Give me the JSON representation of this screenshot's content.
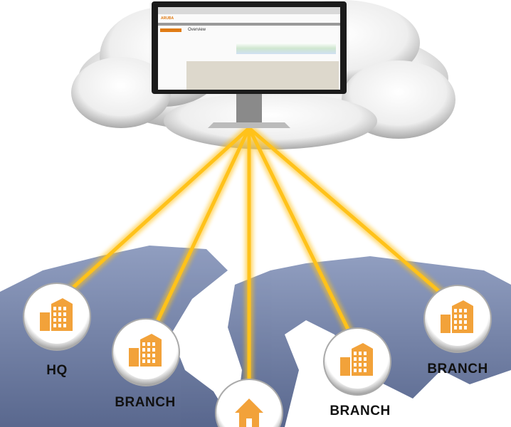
{
  "screen": {
    "brand": "ARUBA",
    "page_title": "Overview"
  },
  "sites": [
    {
      "label": "HQ",
      "type": "building"
    },
    {
      "label": "BRANCH",
      "type": "building"
    },
    {
      "label": "",
      "type": "home"
    },
    {
      "label": "BRANCH",
      "type": "building"
    },
    {
      "label": "BRANCH",
      "type": "building"
    }
  ],
  "colors": {
    "link": "#ffc21a",
    "icon": "#f2a23a",
    "map": "#5d6f9a"
  }
}
